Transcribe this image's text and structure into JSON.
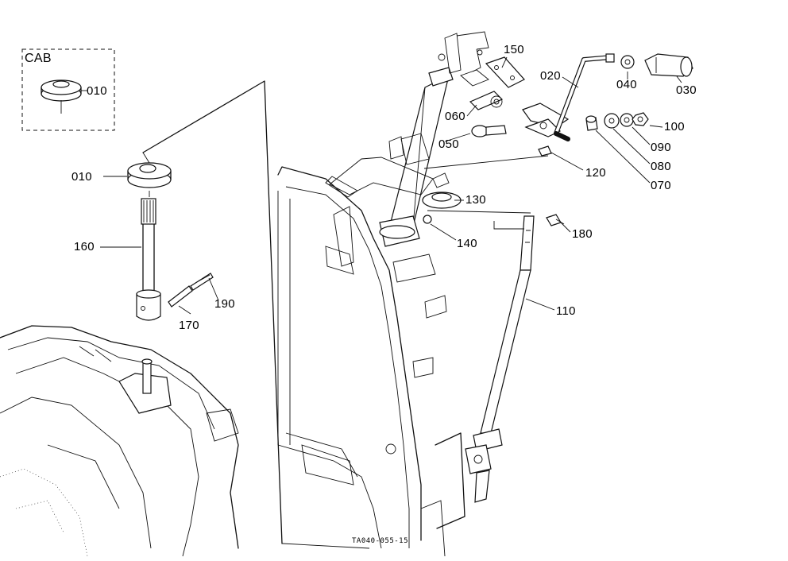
{
  "cab_box": {
    "title": "CAB",
    "part": "010"
  },
  "callouts": [
    {
      "id": "p010_cab",
      "text": "010"
    },
    {
      "id": "p010",
      "text": "010"
    },
    {
      "id": "p160",
      "text": "160"
    },
    {
      "id": "p170",
      "text": "170"
    },
    {
      "id": "p190",
      "text": "190"
    },
    {
      "id": "p150",
      "text": "150"
    },
    {
      "id": "p060",
      "text": "060"
    },
    {
      "id": "p050",
      "text": "050"
    },
    {
      "id": "p020",
      "text": "020"
    },
    {
      "id": "p040",
      "text": "040"
    },
    {
      "id": "p030",
      "text": "030"
    },
    {
      "id": "p100",
      "text": "100"
    },
    {
      "id": "p090",
      "text": "090"
    },
    {
      "id": "p080",
      "text": "080"
    },
    {
      "id": "p070",
      "text": "070"
    },
    {
      "id": "p120",
      "text": "120"
    },
    {
      "id": "p130",
      "text": "130"
    },
    {
      "id": "p140",
      "text": "140"
    },
    {
      "id": "p180",
      "text": "180"
    },
    {
      "id": "p110",
      "text": "110"
    }
  ],
  "drawing_code": "TA040-055-15"
}
